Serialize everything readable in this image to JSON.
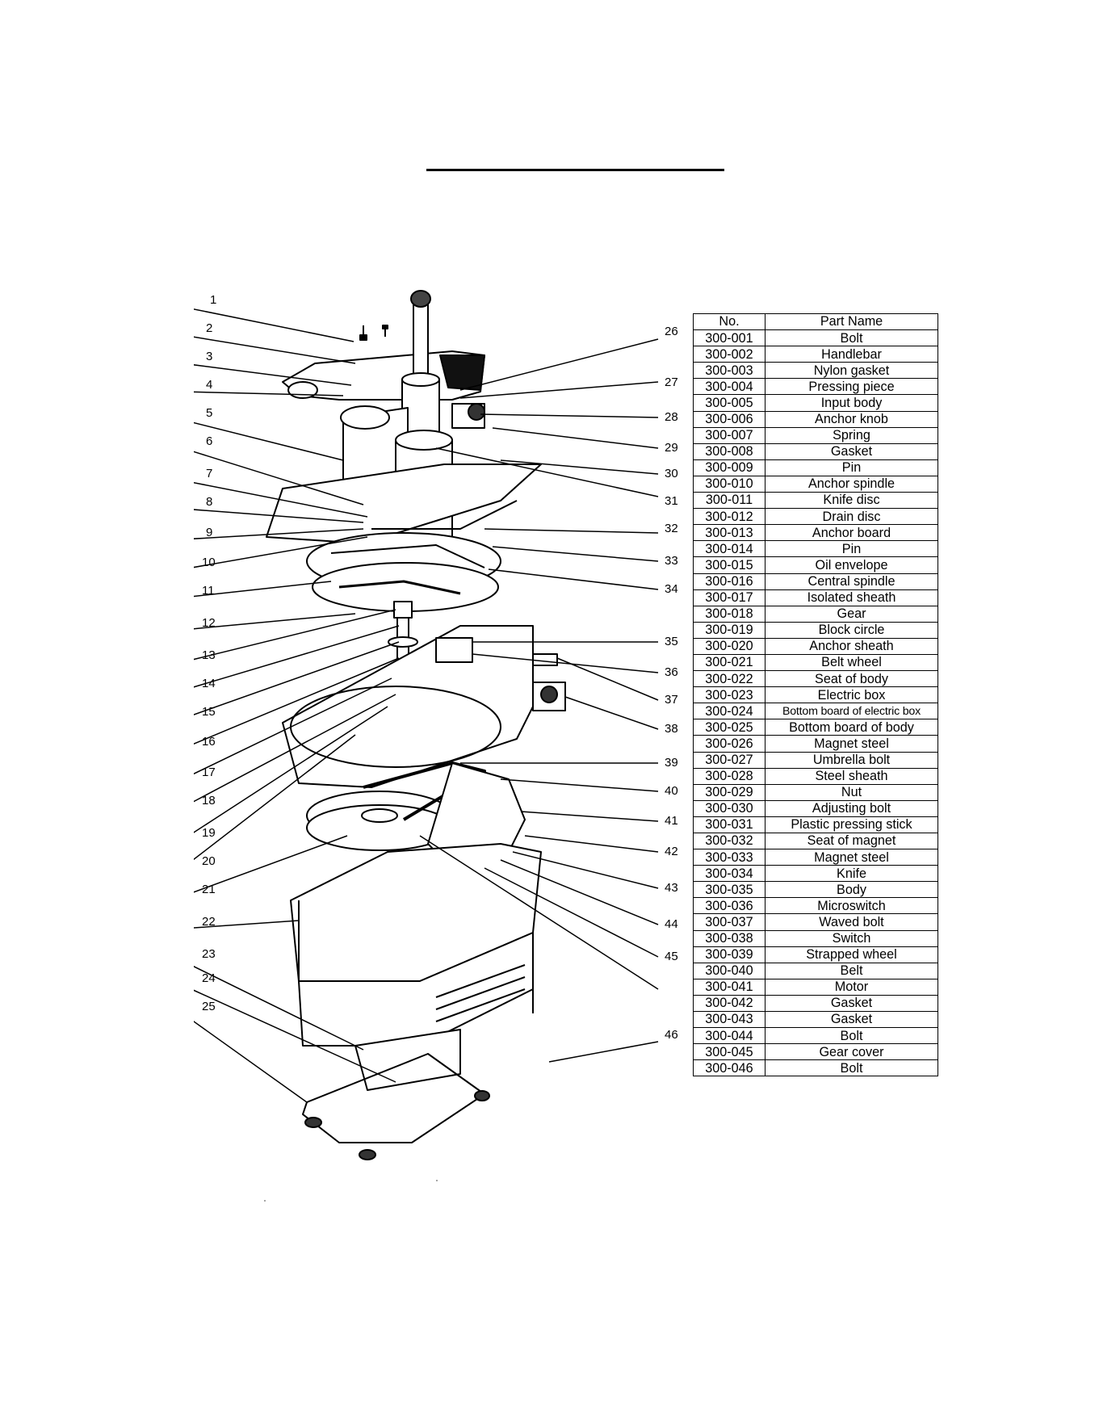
{
  "table": {
    "header_no": "No.",
    "header_name": "Part Name",
    "rows": [
      {
        "no": "300-001",
        "name": "Bolt"
      },
      {
        "no": "300-002",
        "name": "Handlebar"
      },
      {
        "no": "300-003",
        "name": "Nylon gasket"
      },
      {
        "no": "300-004",
        "name": "Pressing piece"
      },
      {
        "no": "300-005",
        "name": "Input body"
      },
      {
        "no": "300-006",
        "name": "Anchor knob"
      },
      {
        "no": "300-007",
        "name": "Spring"
      },
      {
        "no": "300-008",
        "name": "Gasket"
      },
      {
        "no": "300-009",
        "name": "Pin"
      },
      {
        "no": "300-010",
        "name": "Anchor spindle"
      },
      {
        "no": "300-011",
        "name": "Knife disc"
      },
      {
        "no": "300-012",
        "name": "Drain disc"
      },
      {
        "no": "300-013",
        "name": "Anchor board"
      },
      {
        "no": "300-014",
        "name": "Pin"
      },
      {
        "no": "300-015",
        "name": "Oil envelope"
      },
      {
        "no": "300-016",
        "name": "Central spindle"
      },
      {
        "no": "300-017",
        "name": "Isolated sheath"
      },
      {
        "no": "300-018",
        "name": "Gear"
      },
      {
        "no": "300-019",
        "name": "Block circle"
      },
      {
        "no": "300-020",
        "name": "Anchor sheath"
      },
      {
        "no": "300-021",
        "name": "Belt wheel"
      },
      {
        "no": "300-022",
        "name": "Seat of body"
      },
      {
        "no": "300-023",
        "name": "Electric box"
      },
      {
        "no": "300-024",
        "name": "Bottom board of electric box"
      },
      {
        "no": "300-025",
        "name": "Bottom board of body"
      },
      {
        "no": "300-026",
        "name": "Magnet steel"
      },
      {
        "no": "300-027",
        "name": "Umbrella bolt"
      },
      {
        "no": "300-028",
        "name": "Steel sheath"
      },
      {
        "no": "300-029",
        "name": "Nut"
      },
      {
        "no": "300-030",
        "name": "Adjusting bolt"
      },
      {
        "no": "300-031",
        "name": "Plastic pressing stick"
      },
      {
        "no": "300-032",
        "name": "Seat of magnet"
      },
      {
        "no": "300-033",
        "name": "Magnet steel"
      },
      {
        "no": "300-034",
        "name": "Knife"
      },
      {
        "no": "300-035",
        "name": "Body"
      },
      {
        "no": "300-036",
        "name": "Microswitch"
      },
      {
        "no": "300-037",
        "name": "Waved bolt"
      },
      {
        "no": "300-038",
        "name": "Switch"
      },
      {
        "no": "300-039",
        "name": "Strapped wheel"
      },
      {
        "no": "300-040",
        "name": "Belt"
      },
      {
        "no": "300-041",
        "name": "Motor"
      },
      {
        "no": "300-042",
        "name": "Gasket"
      },
      {
        "no": "300-043",
        "name": "Gasket"
      },
      {
        "no": "300-044",
        "name": "Bolt"
      },
      {
        "no": "300-045",
        "name": "Gear cover"
      },
      {
        "no": "300-046",
        "name": "Bolt"
      }
    ]
  },
  "callouts": {
    "left": [
      "1",
      "2",
      "3",
      "4",
      "5",
      "6",
      "7",
      "8",
      "9",
      "10",
      "11",
      "12",
      "13",
      "14",
      "15",
      "16",
      "17",
      "18",
      "19",
      "20",
      "21",
      "22",
      "23",
      "24",
      "25"
    ],
    "right": [
      "26",
      "27",
      "28",
      "29",
      "30",
      "31",
      "32",
      "33",
      "34",
      "35",
      "36",
      "37",
      "38",
      "39",
      "40",
      "41",
      "42",
      "43",
      "44",
      "45",
      "46"
    ]
  }
}
